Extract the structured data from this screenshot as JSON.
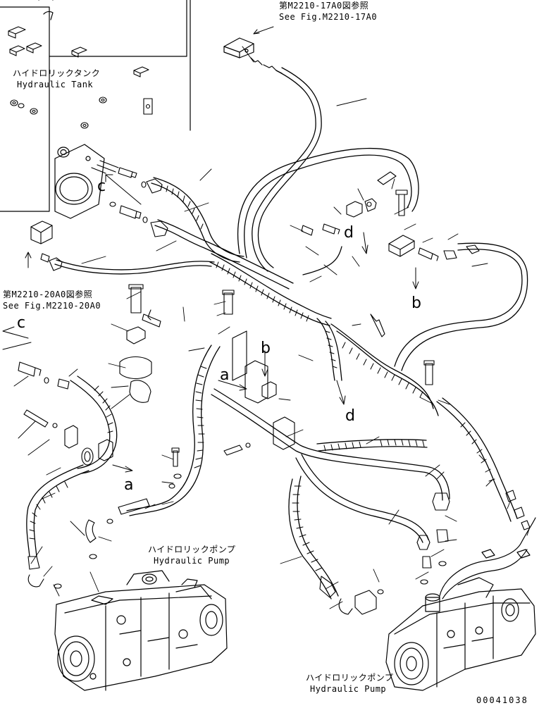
{
  "references": {
    "top": {
      "jp": "第M2210-17A0図参照",
      "en": "See Fig.M2210-17A0"
    },
    "left": {
      "jp": "第M2210-20A0図参照",
      "en": "See Fig.M2210-20A0"
    }
  },
  "components": {
    "tank": {
      "jp": "ハイドロリックタンク",
      "en": "Hydraulic Tank"
    },
    "pump_left": {
      "jp": "ハイドロリックポンプ",
      "en": "Hydraulic Pump"
    },
    "pump_right": {
      "jp": "ハイドロリックポンプ",
      "en": "Hydraulic Pump"
    }
  },
  "connection_letters": {
    "a1": "a",
    "a2": "a",
    "b1": "b",
    "b2": "b",
    "c1": "c",
    "c2": "c",
    "d1": "d",
    "d2": "d"
  },
  "document_number": "00041038"
}
